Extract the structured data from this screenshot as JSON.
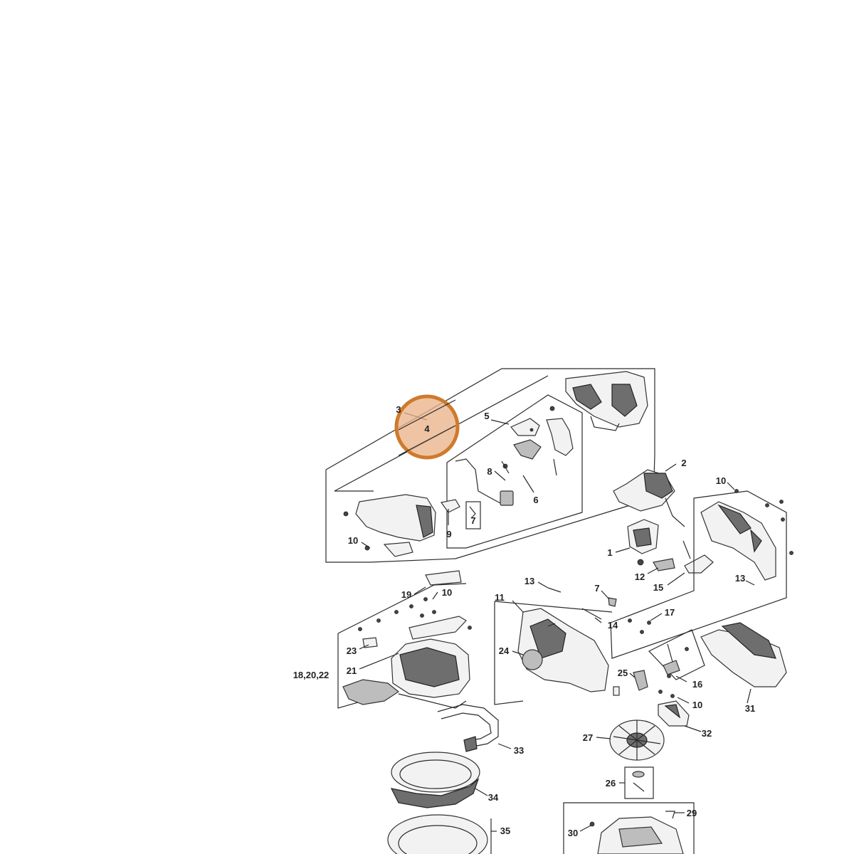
{
  "diagram": {
    "highlight_label": "4",
    "labels": {
      "l1": "1",
      "l2": "2",
      "l3": "3",
      "l5": "5",
      "l6": "6",
      "l7a": "7",
      "l7b": "7",
      "l8": "8",
      "l9": "9",
      "l10a": "10",
      "l10b": "10",
      "l10c": "10",
      "l10d": "10",
      "l11": "11",
      "l12": "12",
      "l13a": "13",
      "l13b": "13",
      "l14": "14",
      "l15": "15",
      "l16": "16",
      "l17": "17",
      "l18": "18,20,22",
      "l19": "19",
      "l21": "21",
      "l23": "23",
      "l24": "24",
      "l25": "25",
      "l26": "26",
      "l27": "27",
      "l29": "29",
      "l30": "30",
      "l31": "31",
      "l32": "32",
      "l33": "33",
      "l34": "34",
      "l35": "35"
    }
  }
}
